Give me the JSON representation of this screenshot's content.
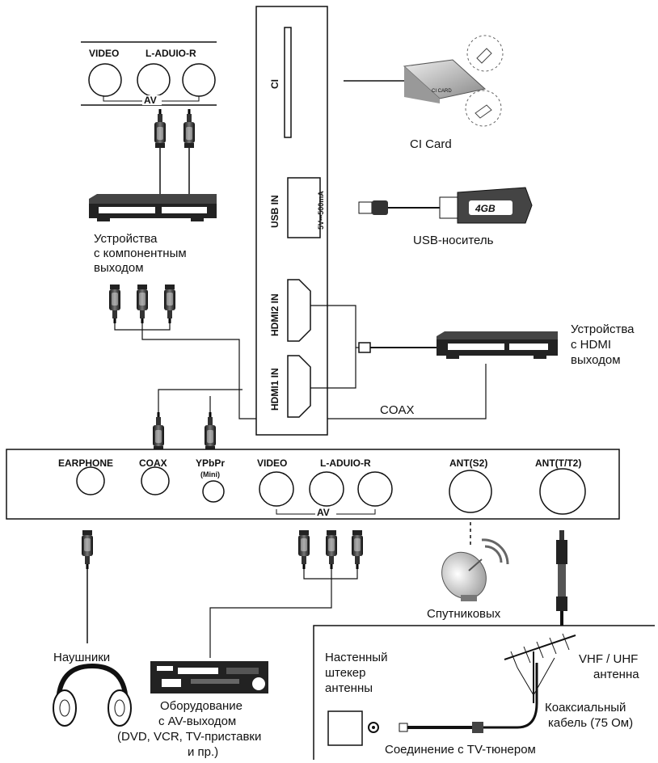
{
  "top_av": {
    "video": "VIDEO",
    "audio": "L-ADUIO-R",
    "group": "AV"
  },
  "side_panel": {
    "ci": "CI",
    "usb": "USB IN",
    "usb_rating": "5V⎓500mA",
    "hdmi2": "HDMI2 IN",
    "hdmi1": "HDMI1 IN"
  },
  "devices": {
    "component_dev": [
      "Устройства",
      "с компонентным",
      "выходом"
    ],
    "hdmi_dev": [
      "Устройства",
      "с HDMI",
      "выходом"
    ],
    "ci_card": "CI Card",
    "ci_card_print": "CI CARD",
    "usb_media": "USB-носитель",
    "usb_capacity": "4GB",
    "satellite": "Спутниковых",
    "headphones": "Наушники",
    "av_equipment": [
      "Оборудование",
      "с AV-выходом",
      "(DVD, VCR, TV-приставки",
      "и пр.)"
    ]
  },
  "coax_label": "COAX",
  "bottom_panel": {
    "earphone": "EARPHONE",
    "coax": "COAX",
    "ypbpr": "YPbPr",
    "ypbpr_sub": "(Mini)",
    "video": "VIDEO",
    "audio": "L-ADUIO-R",
    "group": "AV",
    "ant_s2": "ANT(S2)",
    "ant_t": "ANT(T/T2)"
  },
  "antenna_box": {
    "wall_socket": [
      "Настенный",
      "штекер",
      "антенны"
    ],
    "vhf": [
      "VHF / UHF",
      "антенна"
    ],
    "cable": [
      "Коаксиальный",
      "кабель (75 Ом)"
    ],
    "tuner": "Соединение с TV-тюнером"
  }
}
